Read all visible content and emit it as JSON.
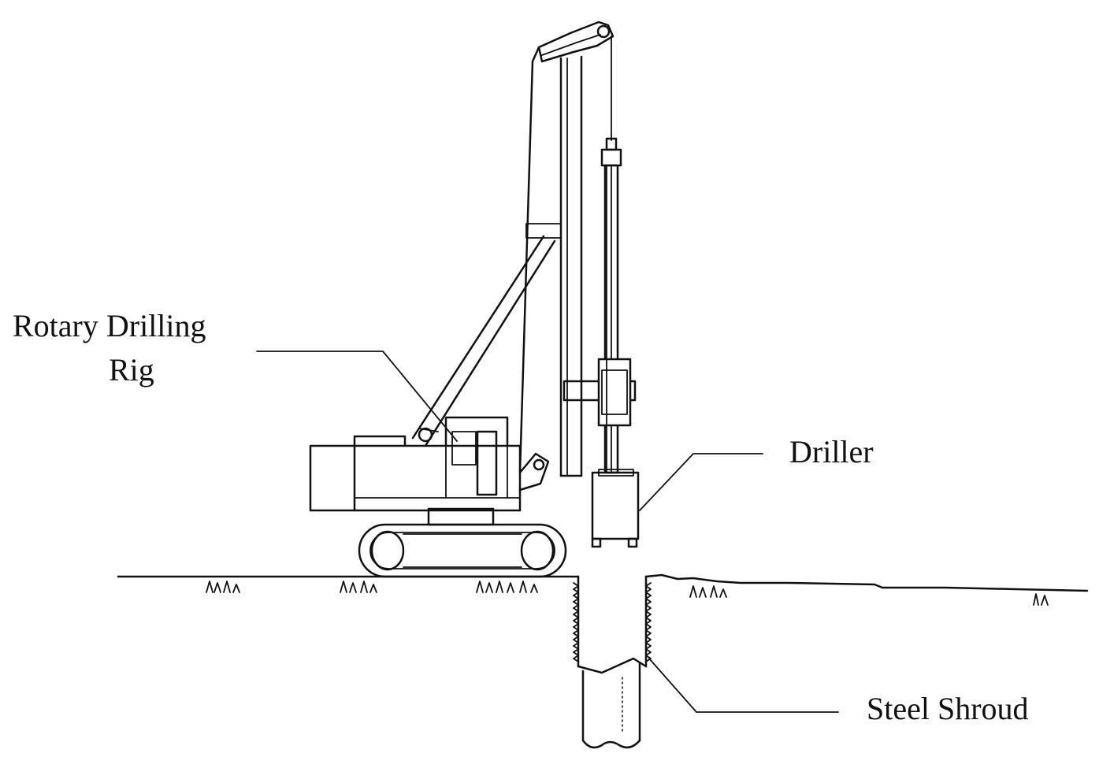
{
  "labels": {
    "rig_line1": "Rotary Drilling",
    "rig_line2": "Rig",
    "driller": "Driller",
    "steel_shroud": "Steel Shroud"
  }
}
